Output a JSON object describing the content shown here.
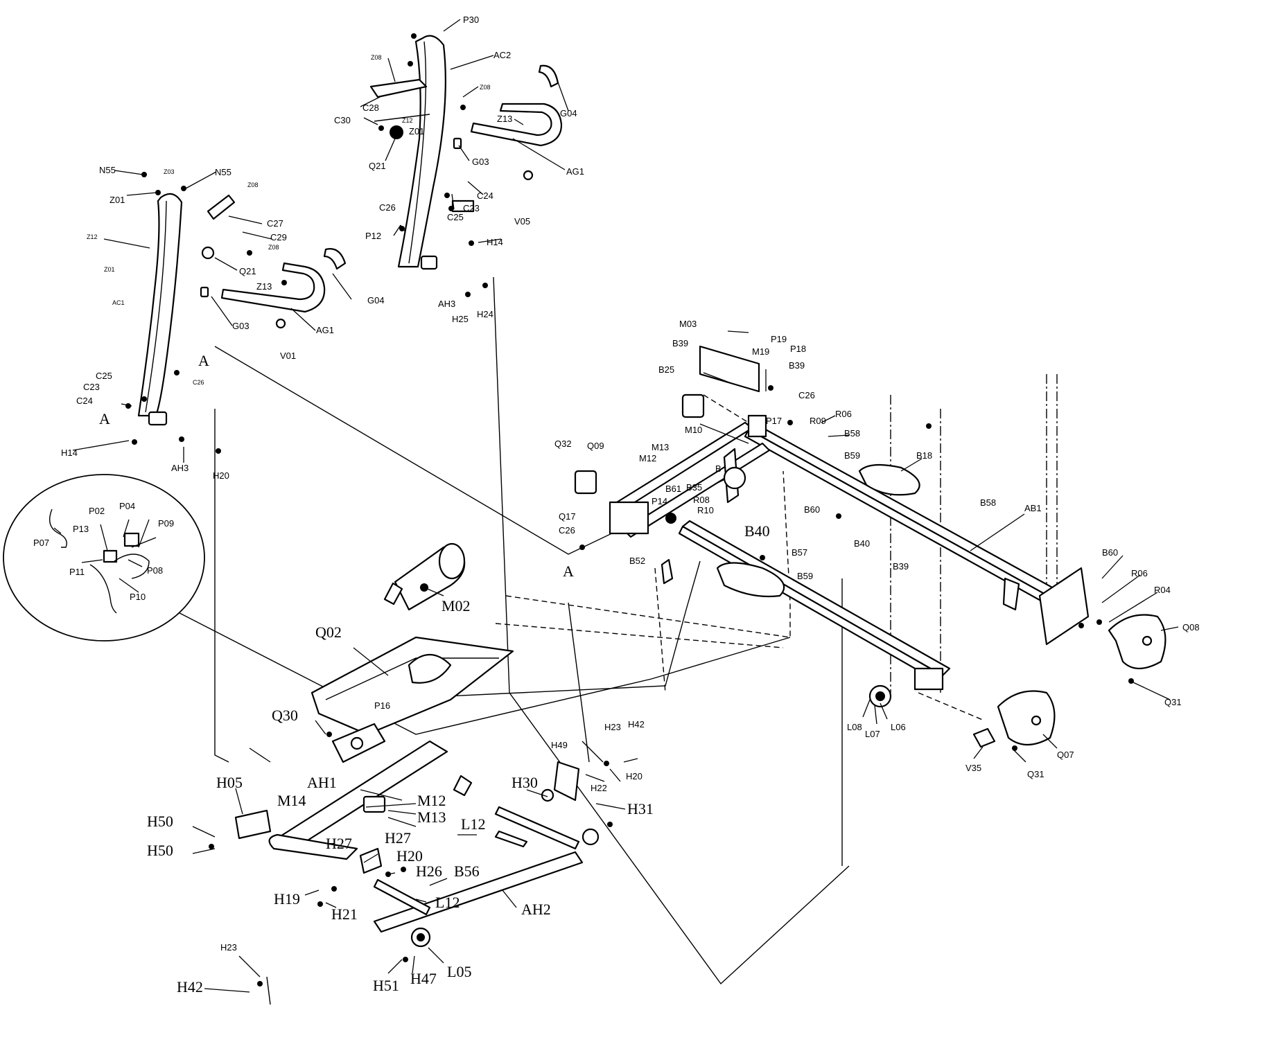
{
  "labels": {
    "p30": "P30",
    "ac2": "AC2",
    "z08_top": "Z08",
    "z08_top2": "Z08",
    "c28_top": "C28",
    "z12_top": "Z12",
    "c30": "C30",
    "z01_top": "Z01",
    "g04_top": "G04",
    "z13_top": "Z13",
    "q21_top": "Q21",
    "g03_top": "G03",
    "ag1_top": "AG1",
    "c24_top": "C24",
    "c23_top": "C23",
    "c25_top": "C25",
    "c26_top": "C26",
    "v05": "V05",
    "p12": "P12",
    "h14_top": "H14",
    "ah3_top": "AH3",
    "h25": "H25",
    "h24": "H24",
    "n55_a": "N55",
    "z03": "Z03",
    "n55_b": "N55",
    "z08_left": "Z08",
    "z01_left": "Z01",
    "c27": "C27",
    "z12_left": "Z12",
    "c29": "C29",
    "z08_left2": "Z08",
    "z01_left2": "Z01",
    "q21_left": "Q21",
    "z13_left": "Z13",
    "g04_left": "G04",
    "ac1": "AC1",
    "g03_left": "G03",
    "ag1_left": "AG1",
    "v01": "V01",
    "a_mark_1": "A",
    "c25_left": "C25",
    "c23_left": "C23",
    "c26_left": "C26",
    "c24_left": "C24",
    "a_mark_2": "A",
    "h14_left": "H14",
    "ah3_left": "AH3",
    "h20_left": "H20",
    "p02": "P02",
    "p04": "P04",
    "p13": "P13",
    "p09": "P09",
    "p07": "P07",
    "p11": "P11",
    "p08": "P08",
    "p10": "P10",
    "m03": "M03",
    "b39_a": "B39",
    "m19": "M19",
    "p19": "P19",
    "p18": "P18",
    "b25": "B25",
    "b39_b": "B39",
    "c26_mid": "C26",
    "p17": "P17",
    "r06_a": "R06",
    "r09": "R09",
    "m10": "M10",
    "b58_a": "B58",
    "q32": "Q32",
    "q09": "Q09",
    "m13_mid": "M13",
    "b59_a": "B59",
    "m12_mid": "M12",
    "b18": "B18",
    "b_mark": "B",
    "b61": "B61",
    "b35": "B35",
    "p14": "P14",
    "r08": "R08",
    "q17": "Q17",
    "r10": "R10",
    "b58_b": "B58",
    "ab1": "AB1",
    "c26_low": "C26",
    "b60_a": "B60",
    "b40_a": "B40",
    "b40_b": "B40",
    "b57": "B57",
    "b52": "B52",
    "b39_c": "B39",
    "b59_b": "B59",
    "a_mark_3": "A",
    "b60_b": "B60",
    "r06_b": "R06",
    "r04": "R04",
    "q08": "Q08",
    "q31_a": "Q31",
    "m02": "M02",
    "q02": "Q02",
    "p16": "P16",
    "q30": "Q30",
    "l08": "L08",
    "l07": "L07",
    "l06": "L06",
    "h23_a": "H23",
    "h42_a": "H42",
    "h49": "H49",
    "q07": "Q07",
    "v35": "V35",
    "q31_b": "Q31",
    "h20_mid": "H20",
    "h22": "H22",
    "h05": "H05",
    "ah1": "AH1",
    "h30": "H30",
    "h31": "H31",
    "m14": "M14",
    "m12_low": "M12",
    "m13_low": "M13",
    "l12_a": "L12",
    "h50_a": "H50",
    "h27_a": "H27",
    "h27_b": "H27",
    "h50_b": "H50",
    "h20_low": "H20",
    "h26": "H26",
    "b56": "B56",
    "h19": "H19",
    "l12_b": "L12",
    "h21": "H21",
    "ah2": "AH2",
    "h23_b": "H23",
    "h42_b": "H42",
    "h51": "H51",
    "h47": "H47",
    "l05": "L05"
  }
}
